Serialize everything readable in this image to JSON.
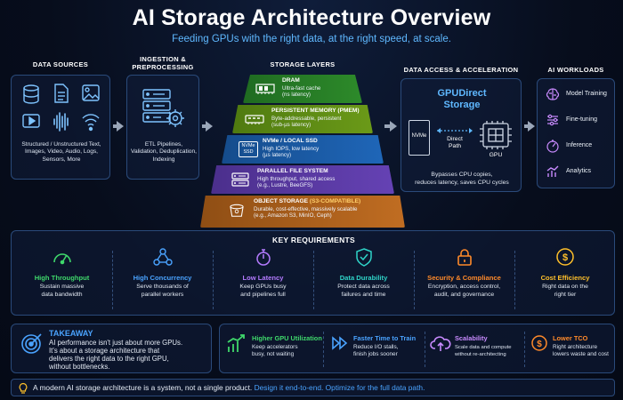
{
  "header": {
    "title": "AI Storage Architecture Overview",
    "subtitle": "Feeding GPUs with the right data, at the right speed, at scale."
  },
  "data_sources": {
    "heading": "DATA SOURCES",
    "description": "Structured / Unstructured Text, Images, Video, Audio, Logs, Sensors, More",
    "icons": [
      "database-icon",
      "document-icon",
      "image-icon",
      "video-icon",
      "audio-wave-icon",
      "sensor-icon"
    ]
  },
  "ingestion": {
    "heading_line1": "INGESTION &",
    "heading_line2": "PREPROCESSING",
    "description": "ETL Pipelines, Validation, Deduplication, Indexing"
  },
  "storage_layers": {
    "heading": "STORAGE LAYERS",
    "layers": [
      {
        "title": "DRAM",
        "desc1": "Ultra-fast cache",
        "desc2": "(ns latency)",
        "desc3": "",
        "color": "#2d8a2a",
        "icon": "memory-chip-icon"
      },
      {
        "title": "PERSISTENT MEMORY (PMEM)",
        "desc1": "Byte-addressable, persistent",
        "desc2": "(sub-µs latency)",
        "desc3": "",
        "color": "#5d8f14",
        "icon": "pmem-module-icon"
      },
      {
        "title": "NVMe / LOCAL SSD",
        "desc1": "High IOPS, low latency",
        "desc2": "(µs latency)",
        "desc3": "",
        "color": "#1b5fae",
        "icon": "nvme-ssd-icon",
        "icon_label": "NVMe SSD"
      },
      {
        "title": "PARALLEL FILE SYSTEM",
        "desc1": "High throughput, shared access",
        "desc2": "(e.g., Lustre, BeeGFS)",
        "desc3": "",
        "color": "#5b3aa6",
        "icon": "server-rack-icon"
      },
      {
        "title": "OBJECT STORAGE",
        "title_accent": "(S3-COMPATIBLE)",
        "desc1": "Durable, cost-effective, massively scalable",
        "desc2": "(e.g., Amazon S3, MinIO, Ceph)",
        "desc3": "",
        "color": "#b5651d",
        "icon": "bucket-icon"
      }
    ]
  },
  "data_access": {
    "heading": "DATA ACCESS & ACCELERATION",
    "gpudirect_line1": "GPUDirect",
    "gpudirect_line2": "Storage",
    "nvme_label": "NVMe",
    "path_line1": "Direct",
    "path_line2": "Path",
    "gpu_label": "GPU",
    "description_line1": "Bypasses CPU copies,",
    "description_line2": "reduces latency, saves CPU cycles"
  },
  "ai_workloads": {
    "heading": "AI WORKLOADS",
    "items": [
      {
        "label": "Model Training",
        "icon": "brain-icon"
      },
      {
        "label": "Fine-tuning",
        "icon": "sliders-icon"
      },
      {
        "label": "Inference",
        "icon": "gauge-icon"
      },
      {
        "label": "Analytics",
        "icon": "analytics-chart-icon"
      }
    ]
  },
  "key_requirements": {
    "heading": "KEY REQUIREMENTS",
    "items": [
      {
        "title": "High Throughput",
        "desc1": "Sustain massive",
        "desc2": "data bandwidth",
        "color": "#3fd86b",
        "icon": "speedometer-icon"
      },
      {
        "title": "High Concurrency",
        "desc1": "Serve thousands of",
        "desc2": "parallel workers",
        "color": "#4aa3ff",
        "icon": "network-nodes-icon"
      },
      {
        "title": "Low Latency",
        "desc1": "Keep GPUs busy",
        "desc2": "and pipelines full",
        "color": "#b47bff",
        "icon": "stopwatch-icon"
      },
      {
        "title": "Data Durability",
        "desc1": "Protect data across",
        "desc2": "failures and time",
        "color": "#2fd4c8",
        "icon": "shield-check-icon"
      },
      {
        "title": "Security & Compliance",
        "desc1": "Encryption, access control,",
        "desc2": "audit, and governance",
        "color": "#ff8a2a",
        "icon": "lock-icon"
      },
      {
        "title": "Cost Efficiency",
        "desc1": "Right data on the",
        "desc2": "right tier",
        "color": "#ffc02a",
        "icon": "dollar-coin-icon"
      }
    ]
  },
  "takeaway": {
    "heading": "TAKEAWAY",
    "line1": "AI performance isn't just about more GPUs.",
    "line2": "It's about a storage architecture that",
    "line3": "delivers the right data to the right GPU,",
    "line4": "without bottlenecks."
  },
  "benefits": [
    {
      "title": "Higher GPU Utilization",
      "desc1": "Keep accelerators",
      "desc2": "busy, not waiting",
      "color": "#3fd86b",
      "icon": "bar-growth-icon"
    },
    {
      "title": "Faster Time to Train",
      "desc1": "Reduce I/O stalls,",
      "desc2": "finish jobs sooner",
      "color": "#4aa3ff",
      "icon": "fast-forward-icon"
    },
    {
      "title": "Scalability",
      "desc1": "Scale data and compute",
      "desc2": "without re-architecting",
      "color": "#c98bff",
      "icon": "cloud-upload-icon"
    },
    {
      "title": "Lower TCO",
      "desc1": "Right architecture",
      "desc2": "lowers waste and cost",
      "color": "#ff8a2a",
      "icon": "coin-down-icon"
    }
  ],
  "footer": {
    "text": "A modern AI storage architecture is a system, not a single product.",
    "accent1": "Design it end-to-end.",
    "accent2": "Optimize for the full data path."
  }
}
